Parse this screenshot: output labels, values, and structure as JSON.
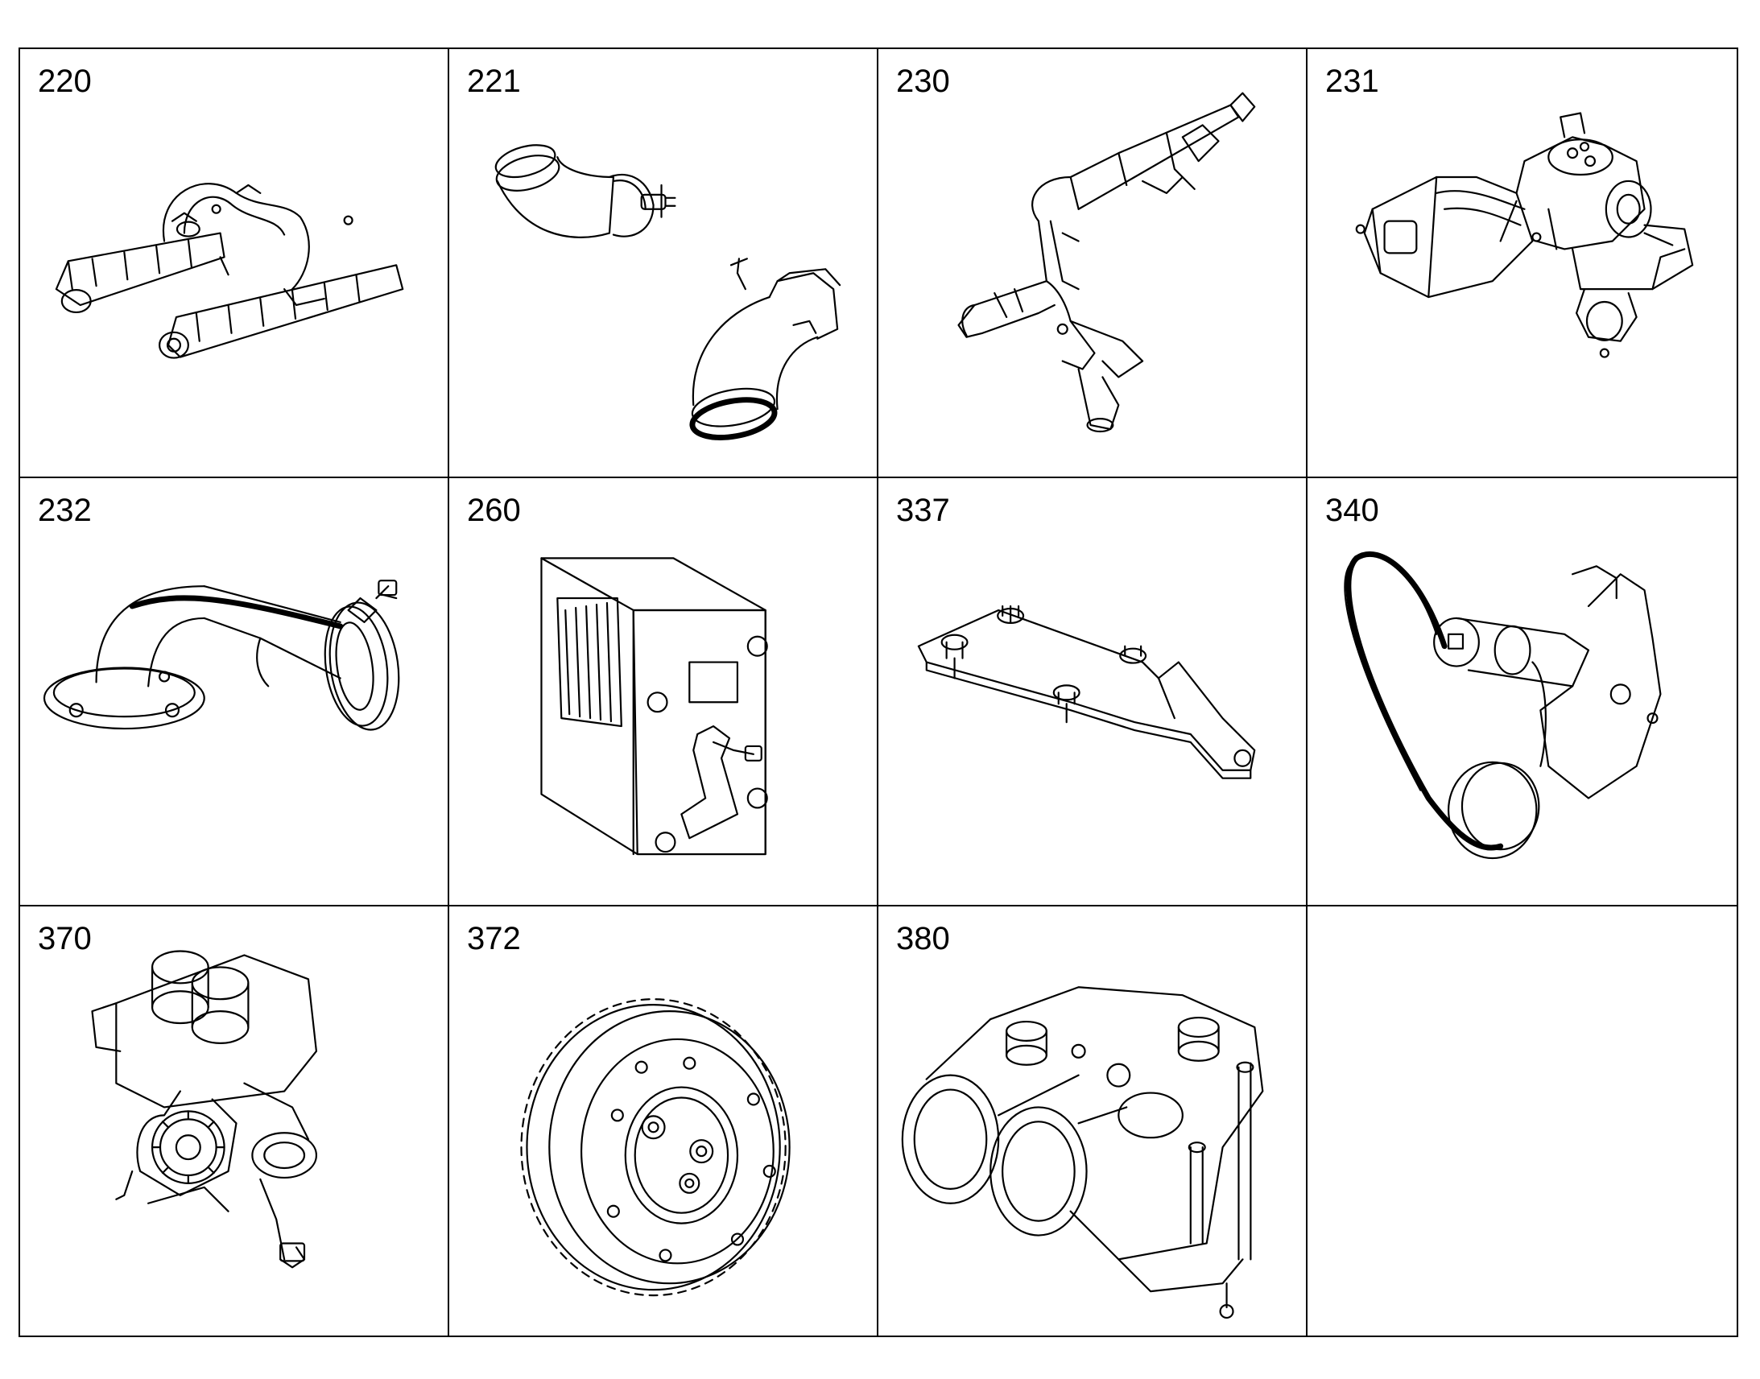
{
  "parts": [
    {
      "number": "220",
      "icon": "intake-manifold-icon"
    },
    {
      "number": "221",
      "icon": "hose-elbows-icon"
    },
    {
      "number": "230",
      "icon": "intake-pipe-assembly-icon"
    },
    {
      "number": "231",
      "icon": "exhaust-manifold-icon"
    },
    {
      "number": "232",
      "icon": "elbow-pipe-with-clamp-icon"
    },
    {
      "number": "260",
      "icon": "egr-cooler-icon"
    },
    {
      "number": "337",
      "icon": "mounting-bracket-icon"
    },
    {
      "number": "340",
      "icon": "belt-drive-icon"
    },
    {
      "number": "370",
      "icon": "oil-pump-assembly-icon"
    },
    {
      "number": "372",
      "icon": "gear-wheel-icon"
    },
    {
      "number": "380",
      "icon": "oil-pump-housing-icon"
    },
    {
      "number": "",
      "icon": ""
    }
  ]
}
